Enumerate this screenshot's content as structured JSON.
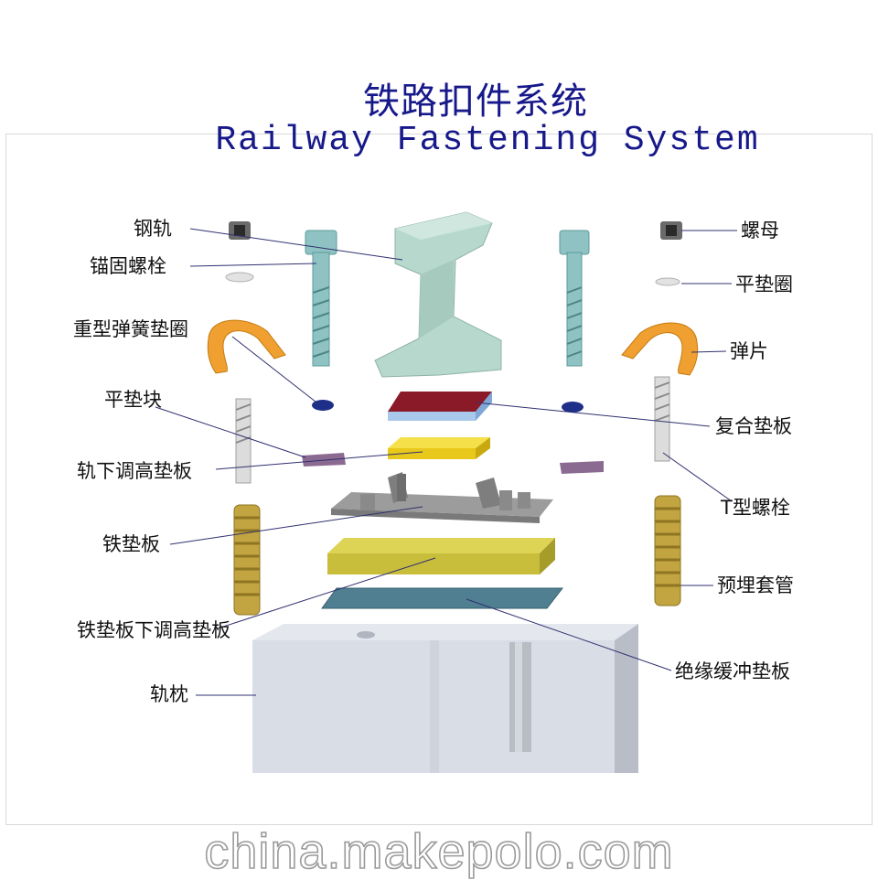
{
  "title": {
    "chinese": "铁路扣件系统",
    "english": "Railway Fastening System"
  },
  "labels": {
    "rail": "钢轨",
    "anchor_bolt": "锚固螺栓",
    "heavy_spring_washer": "重型弹簧垫圈",
    "flat_pad_block": "平垫块",
    "under_rail_shim": "轨下调高垫板",
    "iron_tie_plate": "铁垫板",
    "under_tie_plate_shim": "铁垫板下调高垫板",
    "sleeper": "轨枕",
    "nut": "螺母",
    "flat_washer": "平垫圈",
    "spring_clip": "弹片",
    "composite_pad": "复合垫板",
    "t_bolt": "T型螺栓",
    "embedded_sleeve": "预埋套管",
    "insulating_buffer_pad": "绝缘缓冲垫板"
  },
  "watermark": "china.makepolo.com",
  "colors": {
    "title": "#17198a",
    "rail": "#b7d8cc",
    "bolt": "#8fc3c3",
    "clip": "#f0a030",
    "composite_top": "#8b1a28",
    "composite_bottom": "#a8c8ec",
    "yellow_shim": "#f1d52a",
    "pad_block": "#8a6a90",
    "iron_plate": "#8e8e8e",
    "olive_shim": "#c8be3c",
    "insulating_pad": "#4f7f90",
    "sleeve": "#c2a440",
    "sleeper": "#d8dce4",
    "washer_blue": "#1e2f8a"
  }
}
